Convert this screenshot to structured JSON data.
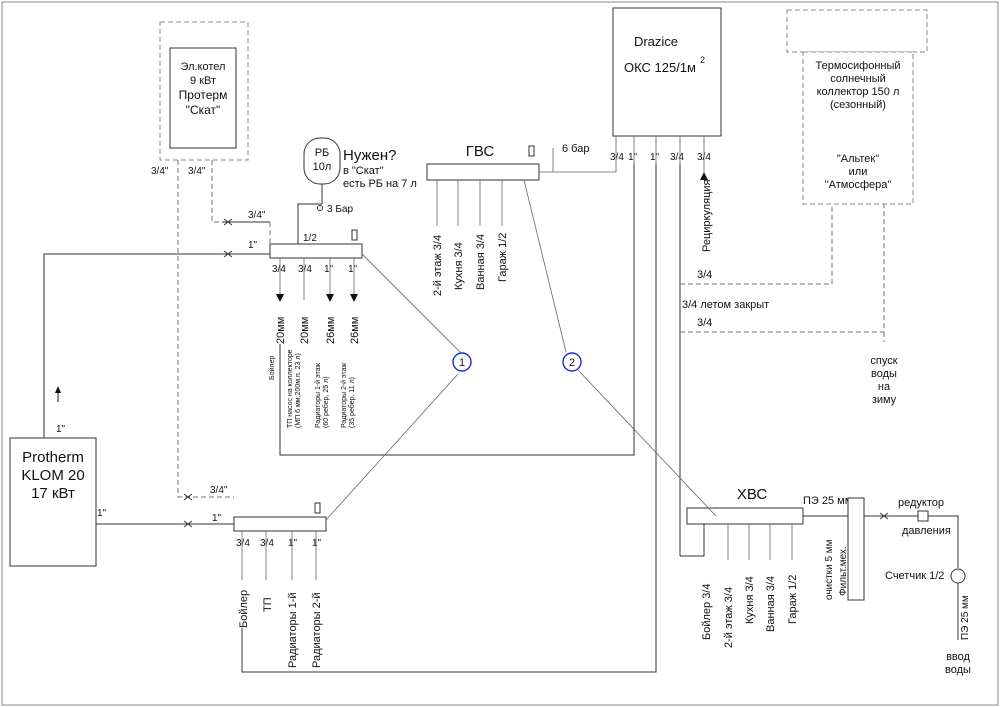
{
  "boiler_el": {
    "lines": [
      "Эл.котел",
      "9 кВт",
      "Протерм",
      "\"Скат\""
    ],
    "pipe_left": "3/4\"",
    "pipe_right": "3/4\""
  },
  "klom": {
    "lines": [
      "Protherm",
      "KLOM 20",
      "17 кВт"
    ],
    "pipe_up": "1\"",
    "pipe_out": "1\""
  },
  "rb": {
    "label1": "РБ",
    "label2": "10л",
    "pressure": "3 Бар",
    "question": "Нужен?",
    "note1": "в \"Скат\"",
    "note2": "есть РБ на 7 л"
  },
  "supply_manifold": {
    "in_top": "3/4\"",
    "in_main": "1\"",
    "port": "1/2",
    "outs": [
      "3/4",
      "3/4",
      "1\"",
      "1\""
    ],
    "sizes": [
      "20мм",
      "20мм",
      "26мм",
      "26мм"
    ],
    "labels": [
      {
        "line1": "Бойлер",
        "line2": ""
      },
      {
        "line1": "ТП насос на коллекторе",
        "line2": "(МП 6 мм,200м.п. 23 л)"
      },
      {
        "line1": "Радиаторы 1-й этаж",
        "line2": "(60 ребер, 25 л)"
      },
      {
        "line1": "Радиаторы 2-й этаж",
        "line2": "(35 ребер, 11 л)"
      }
    ]
  },
  "return_manifold": {
    "in_top": "3/4\"",
    "in_main": "1\"",
    "outs": [
      "3/4",
      "3/4",
      "1\"",
      "1\""
    ],
    "labels": [
      "Бойлер",
      "ТП",
      "Радиаторы 1-й",
      "Радиаторы 2-й"
    ]
  },
  "gvs": {
    "title": "ГВС",
    "pressure": "6 бар",
    "outs": [
      "2-й этаж 3/4",
      "Кухня 3/4",
      "Ванная 3/4",
      "Гараж 1/2"
    ]
  },
  "drazice": {
    "line1": "Drazice",
    "line2": "ОКС 125/1м",
    "sup": "2",
    "ports": [
      "3/4",
      "1\"",
      "1\"",
      "3/4",
      "3/4"
    ],
    "recirc": "Рециркуляция"
  },
  "solar": {
    "lines": [
      "Термосифонный",
      "солнечный",
      "коллектор 150 л",
      "(сезонный)"
    ],
    "brand1": "\"Альтек\"",
    "or": "или",
    "brand2": "\"Атмосфера\"",
    "pipe1": "3/4",
    "pipe2": "3/4 летом закрыт",
    "pipe3": "3/4",
    "drain": [
      "спуск",
      "воды",
      "на",
      "зиму"
    ]
  },
  "hvs": {
    "title": "ХВС",
    "outs": [
      "Бойлер 3/4",
      "2-й этаж 3/4",
      "Кухня 3/4",
      "Ванная 3/4",
      "Гараж 1/2"
    ],
    "filter_in": "ПЭ 25 мм",
    "filter_label1": "Фильт.мех.",
    "filter_label2": "очистки 5 мм",
    "reducer1": "редуктор",
    "reducer2": "давления",
    "meter": "Счетчик 1/2",
    "inlet_pipe": "ПЭ 25 мм",
    "inlet1": "ввод",
    "inlet2": "воды"
  },
  "markers": [
    "1",
    "2"
  ]
}
